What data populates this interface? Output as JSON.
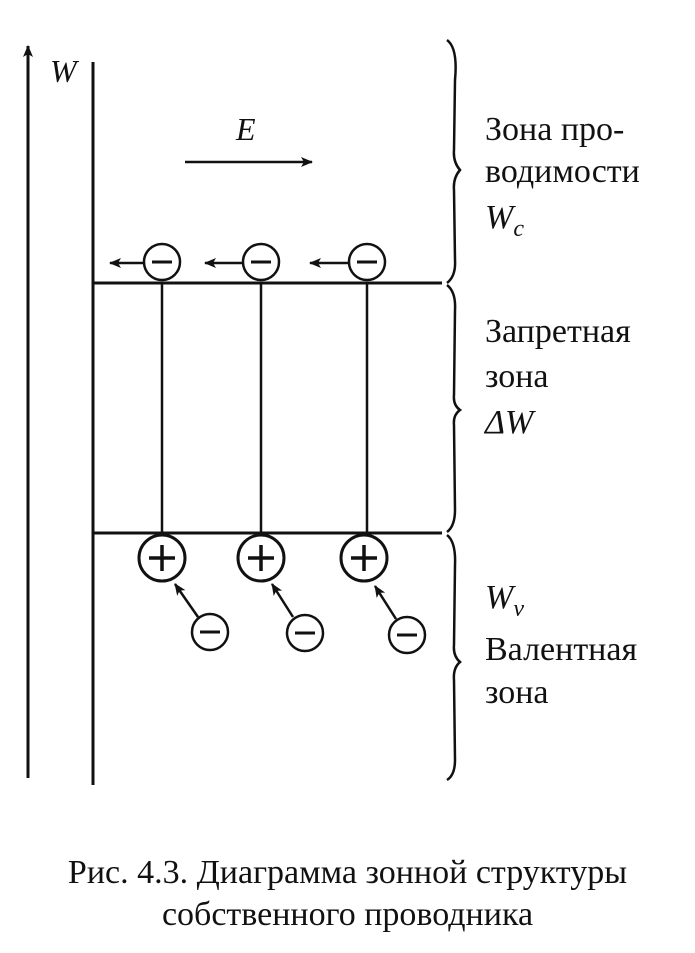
{
  "axis": {
    "label": "W"
  },
  "field": {
    "label": "E"
  },
  "zones": {
    "conduction": {
      "line1": "Зона про-",
      "line2": "водимости",
      "symbol": "W",
      "subscript": "c"
    },
    "forbidden": {
      "line1": "Запретная",
      "line2": "зона",
      "symbol": "ΔW"
    },
    "valence": {
      "symbol": "W",
      "subscript": "v",
      "line1": "Валентная",
      "line2": "зона"
    }
  },
  "charges": {
    "electron": "−",
    "hole": "+"
  },
  "caption": {
    "line1": "Рис. 4.3. Диаграмма зонной структуры",
    "line2": "собственного проводника"
  },
  "colors": {
    "ink": "#111111",
    "background": "#ffffff"
  }
}
